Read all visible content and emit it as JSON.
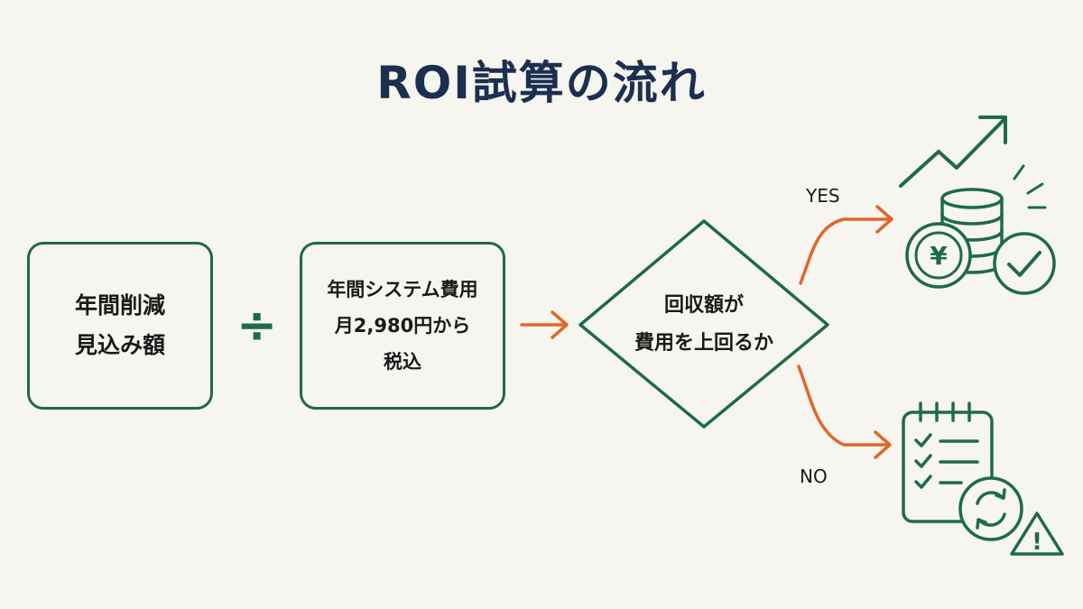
{
  "title": "ROI試算の流れ",
  "box1": {
    "line1": "年間削減",
    "line2": "見込み額"
  },
  "operator": "÷",
  "box2": {
    "line1": "年間システム費用",
    "line2": "月2,980円から",
    "line3": "税込"
  },
  "decision": {
    "line1": "回収額が",
    "line2": "費用を上回るか"
  },
  "branch_yes": "YES",
  "branch_no": "NO",
  "icons": {
    "yes_icons": [
      "trend-up-arrow-icon",
      "coin-stack-icon",
      "yen-coin-icon",
      "check-circle-icon"
    ],
    "no_icons": [
      "checklist-icon",
      "refresh-cycle-icon",
      "warning-icon"
    ],
    "yen_symbol": "¥",
    "warning_symbol": "!"
  },
  "colors": {
    "title": "#1b2f4f",
    "box_border": "#1e6b47",
    "arrow": "#e0672a",
    "background": "#f6f5f0"
  }
}
